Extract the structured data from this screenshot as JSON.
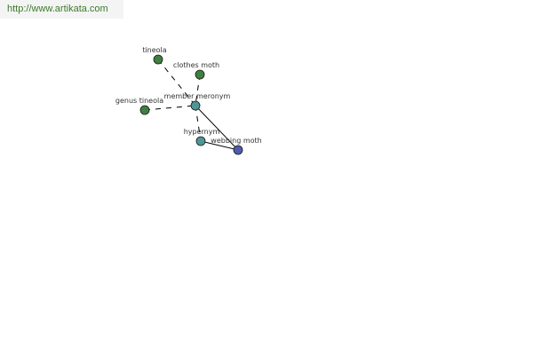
{
  "site": {
    "url": "http://www.artikata.com"
  },
  "colors": {
    "background": "#ffffff",
    "banner": "#f4f4f4",
    "url_text": "#3d7a2a",
    "node_green": "#3f7f3f",
    "node_teal": "#4f9696",
    "node_blue": "#4e5db0",
    "edge": "#000000"
  },
  "graph": {
    "nodes": [
      {
        "id": "tineola",
        "label": "tineola",
        "color": "node_green"
      },
      {
        "id": "clothes-moth",
        "label": "clothes moth",
        "color": "node_green"
      },
      {
        "id": "genus-tineola",
        "label": "genus tineola",
        "color": "node_green"
      },
      {
        "id": "member-meronym",
        "label": "member meronym",
        "color": "node_teal"
      },
      {
        "id": "hypernym",
        "label": "hypernym",
        "color": "node_teal"
      },
      {
        "id": "webbing-moth",
        "label": "webbing moth",
        "color": "node_blue"
      }
    ],
    "edges": [
      {
        "from": "tineola",
        "to": "member-meronym",
        "style": "dashed"
      },
      {
        "from": "clothes-moth",
        "to": "member-meronym",
        "style": "dashed"
      },
      {
        "from": "genus-tineola",
        "to": "member-meronym",
        "style": "dashed"
      },
      {
        "from": "member-meronym",
        "to": "hypernym",
        "style": "dashed"
      },
      {
        "from": "member-meronym",
        "to": "webbing-moth",
        "style": "solid"
      },
      {
        "from": "hypernym",
        "to": "webbing-moth",
        "style": "solid"
      }
    ]
  }
}
